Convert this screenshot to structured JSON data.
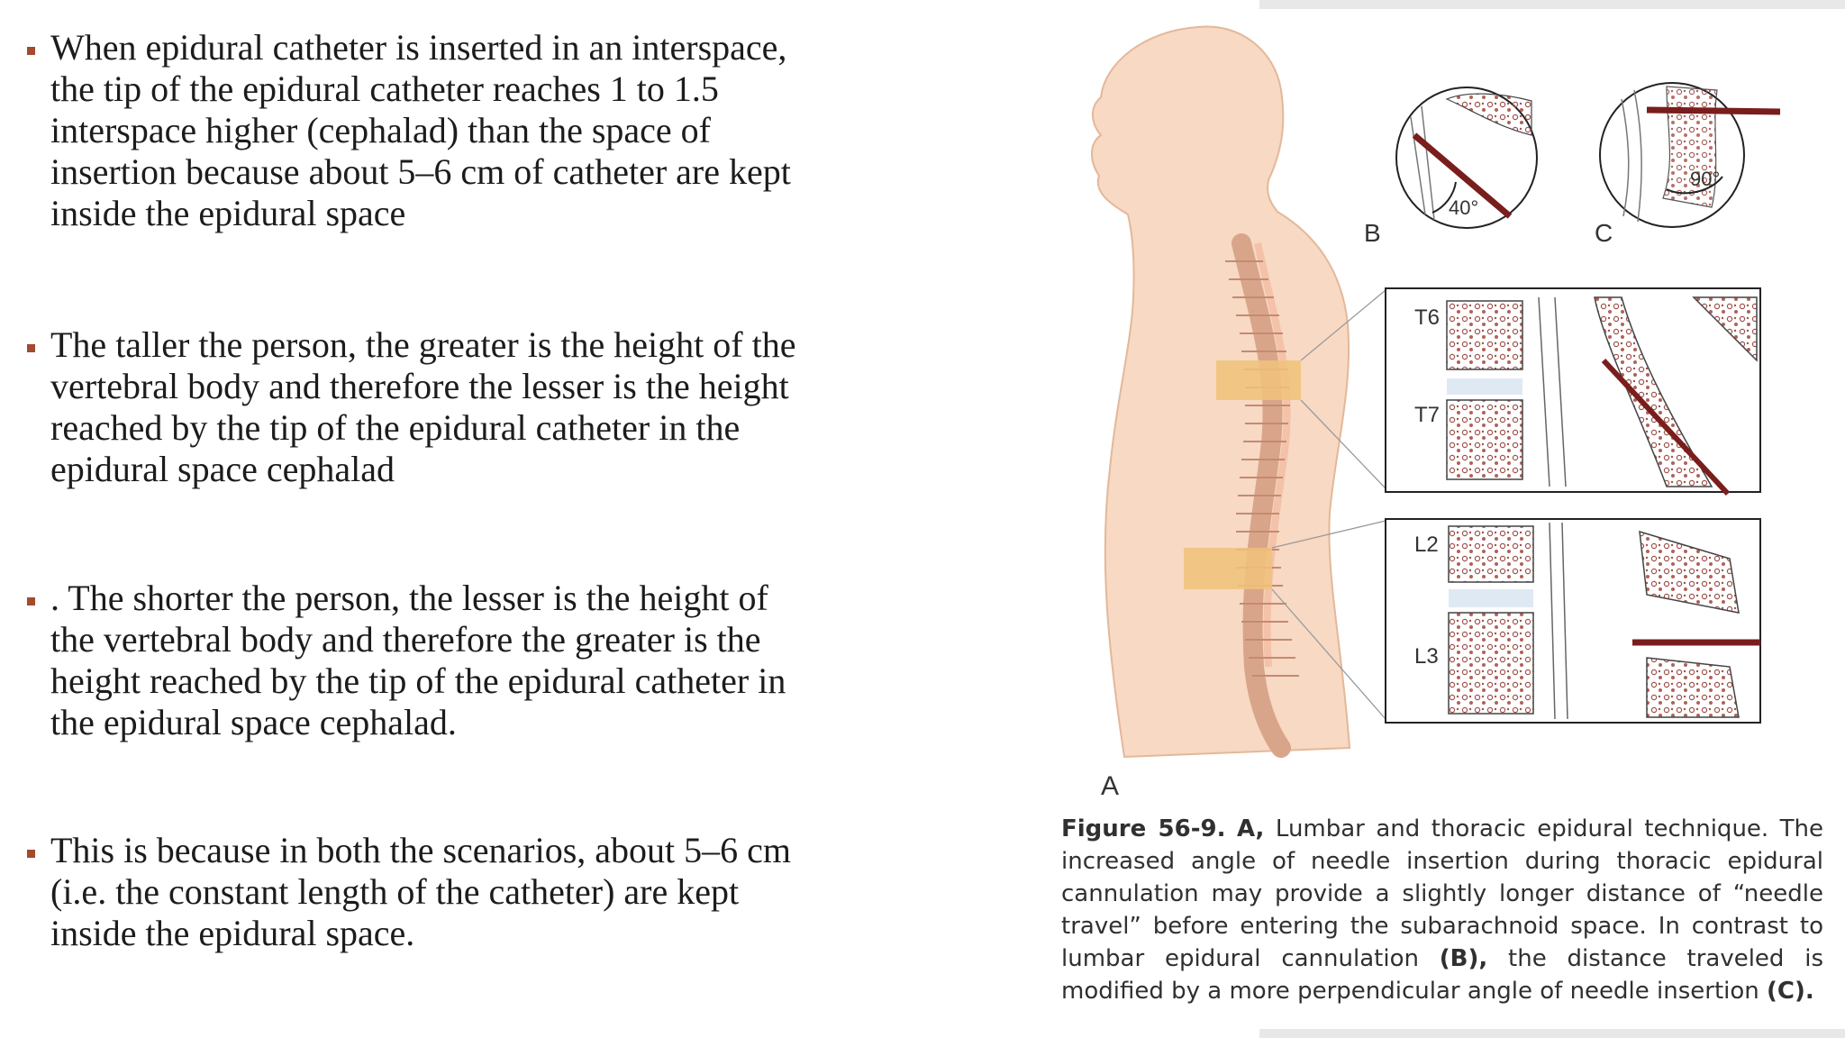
{
  "bullets": [
    {
      "text": "When epidural catheter is inserted in an interspace,\nthe tip of the epidural catheter reaches 1 to 1.5\ninterspace higher (cephalad)  than  the space  of\ninsertion  because  about  5–6 cm of catheter are kept\ninside the epidural space"
    },
    {
      "text": "The taller the person, the greater is the height of the\nvertebral body and therefore the lesser is the height\nreached by the tip of the epidural catheter in the\nepidural space cephalad"
    },
    {
      "text": ". The shorter the person, the lesser is the height of\nthe vertebral body and therefore the greater is the\nheight reached by the tip of the epidural  catheter  in\nthe  epidural  space  cephalad."
    },
    {
      "text": "This  is because in both the scenarios, about 5–6 cm\n(i.e. the constant length of the catheter) are kept\ninside the epidural space."
    }
  ],
  "figure": {
    "labels": {
      "a": "A",
      "b": "B",
      "c": "C",
      "angle_b": "40°",
      "angle_c": "90°",
      "t6": "T6",
      "t7": "T7",
      "l2": "L2",
      "l3": "L3"
    },
    "caption": {
      "figure_id": "Figure  56-9.",
      "part_a": "A,",
      "text1": " Lumbar and thoracic epidural technique. The increased angle of needle insertion during thoracic epidural cannulation may provide a slightly longer distance of “needle travel” before entering the subarachnoid space. In contrast to lumbar epidural cannulation ",
      "part_b": "(B),",
      "text2": " the distance traveled is modified by a more perpendicular angle of needle insertion ",
      "part_c": "(C)."
    }
  },
  "colors": {
    "bullet_marker": "#a34a2f",
    "skin": "#f7d9c4",
    "skin_outline": "#e3b89a",
    "needle": "#7a1d1d",
    "insertion_zone": "#f0c27a",
    "bone_dots": "#a0524a"
  }
}
